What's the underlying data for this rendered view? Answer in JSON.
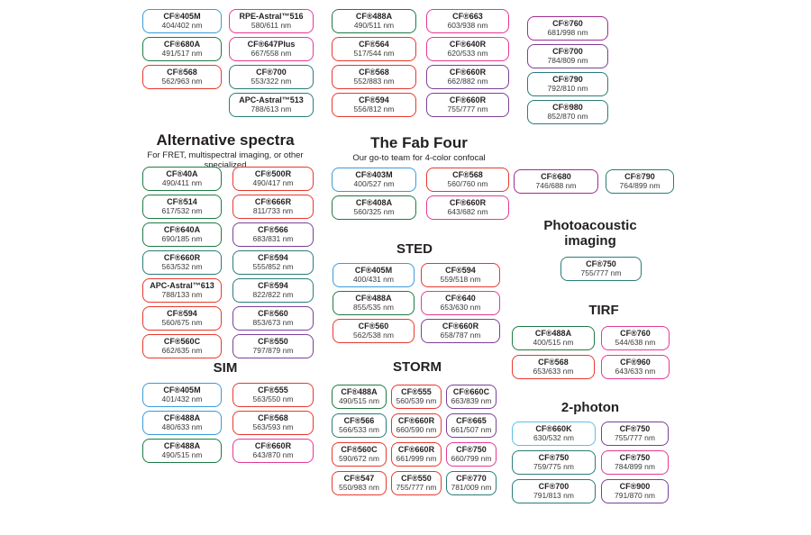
{
  "colors": {
    "blue": "#3a9ad9",
    "sky": "#5bc0e8",
    "green": "#1e7b45",
    "teal": "#2a7c78",
    "red": "#e8382d",
    "pink": "#e73895",
    "purple": "#7b3f99",
    "magenta": "#a12d92"
  },
  "top_columns": {
    "col_a": [
      {
        "label": "CF®405M",
        "values": "404/402 nm",
        "color": "blue"
      },
      {
        "label": "CF®680A",
        "values": "491/517 nm",
        "color": "green"
      },
      {
        "label": "CF®568",
        "values": "562/963 nm",
        "color": "red"
      }
    ],
    "col_b": [
      {
        "label": "RPE-Astral™516",
        "values": "580/611 nm",
        "color": "pink"
      },
      {
        "label": "CF®647Plus",
        "values": "667/558 nm",
        "color": "pink"
      },
      {
        "label": "CF®700",
        "values": "553/322 nm",
        "color": "teal"
      },
      {
        "label": "APC-Astral™513",
        "values": "788/613 nm",
        "color": "teal"
      }
    ],
    "col_c": [
      {
        "label": "CF®488A",
        "values": "490/511 nm",
        "color": "green"
      },
      {
        "label": "CF®564",
        "values": "517/544 nm",
        "color": "red"
      },
      {
        "label": "CF®568",
        "values": "552/883 nm",
        "color": "red"
      },
      {
        "label": "CF®594",
        "values": "556/812 nm",
        "color": "red"
      }
    ],
    "col_d": [
      {
        "label": "CF®663",
        "values": "603/938 nm",
        "color": "pink"
      },
      {
        "label": "CF®640R",
        "values": "620/533 nm",
        "color": "pink"
      },
      {
        "label": "CF®660R",
        "values": "662/882 nm",
        "color": "purple"
      },
      {
        "label": "CF®660R",
        "values": "755/777 nm",
        "color": "purple"
      }
    ],
    "col_e": [
      {
        "label": "CF®760",
        "values": "681/998 nm",
        "color": "magenta"
      },
      {
        "label": "CF®700",
        "values": "784/809 nm",
        "color": "purple"
      },
      {
        "label": "CF®790",
        "values": "792/810 nm",
        "color": "teal"
      },
      {
        "label": "CF®980",
        "values": "852/870 nm",
        "color": "teal"
      }
    ]
  },
  "sections": {
    "alternative_spectra": {
      "title": "Alternative spectra",
      "subtitle": "For FRET, multispectral imaging, or other specialized",
      "boxes": [
        {
          "label": "CF®40A",
          "values": "490/411 nm",
          "color": "green"
        },
        {
          "label": "CF®500R",
          "values": "490/417 nm",
          "color": "red"
        },
        {
          "label": "CF®514",
          "values": "617/532 nm",
          "color": "green"
        },
        {
          "label": "CF®666R",
          "values": "811/733 nm",
          "color": "red"
        },
        {
          "label": "CF®640A",
          "values": "690/185 nm",
          "color": "green"
        },
        {
          "label": "CF®566",
          "values": "683/831 nm",
          "color": "purple"
        },
        {
          "label": "CF®660R",
          "values": "563/532 nm",
          "color": "teal"
        },
        {
          "label": "CF®594",
          "values": "555/852 nm",
          "color": "teal"
        },
        {
          "label": "APC-Astral™613",
          "values": "788/133 nm",
          "color": "red"
        },
        {
          "label": "CF®594",
          "values": "822/822 nm",
          "color": "teal"
        },
        {
          "label": "CF®594",
          "values": "560/675 nm",
          "color": "red"
        },
        {
          "label": "CF®560",
          "values": "853/673 nm",
          "color": "purple"
        },
        {
          "label": "CF®560C",
          "values": "662/635 nm",
          "color": "red"
        },
        {
          "label": "CF®550",
          "values": "797/879 nm",
          "color": "purple"
        }
      ]
    },
    "fab_four": {
      "title": "The Fab Four",
      "subtitle": "Our go-to team for 4-color confocal",
      "boxes": [
        {
          "label": "CF®403M",
          "values": "400/527 nm",
          "color": "blue"
        },
        {
          "label": "CF®568",
          "values": "560/760 nm",
          "color": "red"
        },
        {
          "label": "CF®408A",
          "values": "560/325 nm",
          "color": "green"
        },
        {
          "label": "CF®660R",
          "values": "643/682 nm",
          "color": "pink"
        }
      ]
    },
    "misc": {
      "boxes": [
        {
          "label": "CF®680",
          "values": "746/688 nm",
          "color": "magenta"
        },
        {
          "label": "CF®790",
          "values": "764/899 nm",
          "color": "teal"
        }
      ]
    },
    "photoacoustic": {
      "title": "Photoacoustic imaging",
      "boxes": [
        {
          "label": "CF®750",
          "values": "755/777 nm",
          "color": "teal"
        }
      ]
    },
    "sted": {
      "title": "STED",
      "boxes": [
        {
          "label": "CF®405M",
          "values": "400/431 nm",
          "color": "blue"
        },
        {
          "label": "CF®594",
          "values": "559/518 nm",
          "color": "red"
        },
        {
          "label": "CF®488A",
          "values": "855/535 nm",
          "color": "green"
        },
        {
          "label": "CF®640",
          "values": "653/630 nm",
          "color": "pink"
        },
        {
          "label": "CF®560",
          "values": "562/538 nm",
          "color": "red"
        },
        {
          "label": "CF®660R",
          "values": "658/787 nm",
          "color": "purple"
        }
      ]
    },
    "tirf": {
      "title": "TIRF",
      "boxes": [
        {
          "label": "CF®488A",
          "values": "400/515 nm",
          "color": "green"
        },
        {
          "label": "CF®760",
          "values": "544/638 nm",
          "color": "pink"
        },
        {
          "label": "CF®568",
          "values": "653/633 nm",
          "color": "red"
        },
        {
          "label": "CF®960",
          "values": "643/633 nm",
          "color": "pink"
        }
      ]
    },
    "sim": {
      "title": "SIM",
      "boxes": [
        {
          "label": "CF®405M",
          "values": "401/432 nm",
          "color": "blue"
        },
        {
          "label": "CF®555",
          "values": "563/550 nm",
          "color": "red"
        },
        {
          "label": "CF®488A",
          "values": "480/633 nm",
          "color": "blue"
        },
        {
          "label": "CF®568",
          "values": "563/593 nm",
          "color": "red"
        },
        {
          "label": "CF®488A",
          "values": "490/515 nm",
          "color": "green"
        },
        {
          "label": "CF®660R",
          "values": "643/870 nm",
          "color": "pink"
        }
      ]
    },
    "storm": {
      "title": "STORM",
      "boxes": [
        {
          "label": "CF®488A",
          "values": "490/515 nm",
          "color": "green"
        },
        {
          "label": "CF®555",
          "values": "560/539 nm",
          "color": "red"
        },
        {
          "label": "CF®660C",
          "values": "663/839 nm",
          "color": "purple"
        },
        {
          "label": "CF®566",
          "values": "566/533 nm",
          "color": "teal"
        },
        {
          "label": "CF®660R",
          "values": "660/590 nm",
          "color": "red"
        },
        {
          "label": "CF®665",
          "values": "661/507 nm",
          "color": "purple"
        },
        {
          "label": "CF®560C",
          "values": "590/672 nm",
          "color": "red"
        },
        {
          "label": "CF®660R",
          "values": "661/999 nm",
          "color": "red"
        },
        {
          "label": "CF®750",
          "values": "660/799 nm",
          "color": "pink"
        },
        {
          "label": "CF®547",
          "values": "550/983 nm",
          "color": "red"
        },
        {
          "label": "CF®550",
          "values": "755/777 nm",
          "color": "red"
        },
        {
          "label": "CF®770",
          "values": "781/009 nm",
          "color": "teal"
        }
      ]
    },
    "two_photon": {
      "title": "2-photon",
      "boxes": [
        {
          "label": "CF®660K",
          "values": "630/532 nm",
          "color": "sky"
        },
        {
          "label": "CF®750",
          "values": "755/777 nm",
          "color": "purple"
        },
        {
          "label": "CF®750",
          "values": "759/775 nm",
          "color": "teal"
        },
        {
          "label": "CF®750",
          "values": "784/899 nm",
          "color": "pink"
        },
        {
          "label": "CF®700",
          "values": "791/813 nm",
          "color": "teal"
        },
        {
          "label": "CF®900",
          "values": "791/870 nm",
          "color": "purple"
        }
      ]
    }
  }
}
